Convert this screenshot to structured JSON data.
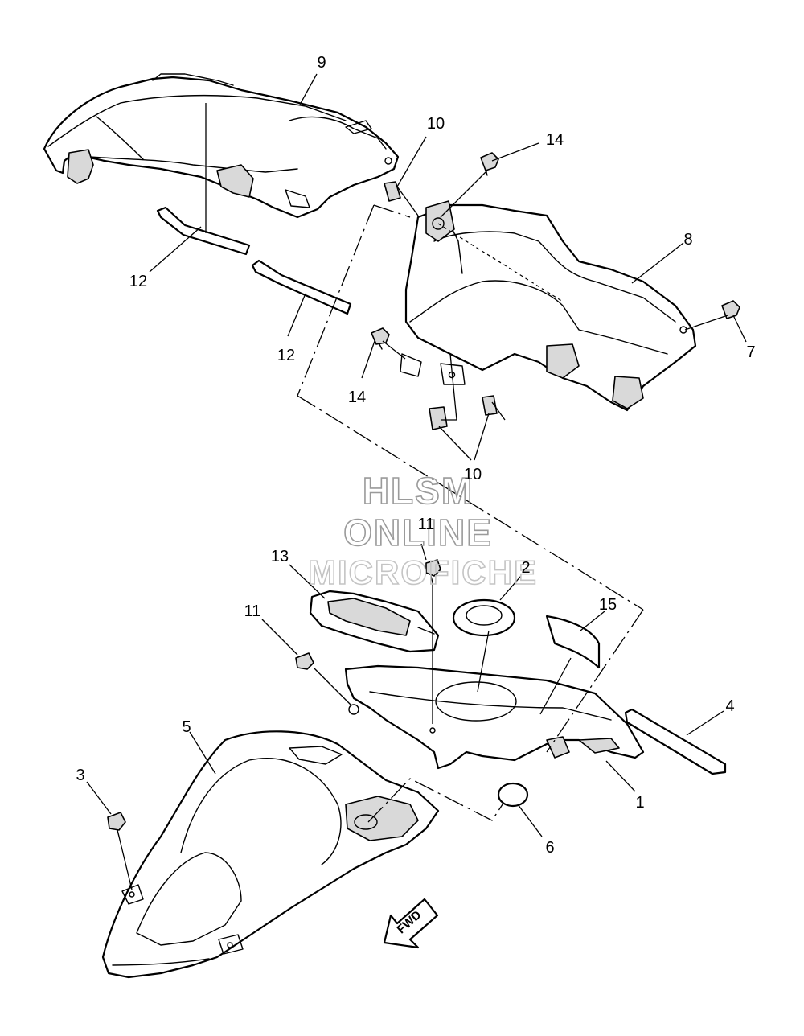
{
  "callouts": {
    "c9": "9",
    "c10a": "10",
    "c14a": "14",
    "c8": "8",
    "c7": "7",
    "c12a": "12",
    "c12b": "12",
    "c14b": "14",
    "c10b": "10",
    "c11a": "11",
    "c13": "13",
    "c2": "2",
    "c15": "15",
    "c11b": "11",
    "c5": "5",
    "c4": "4",
    "c3": "3",
    "c1": "1",
    "c6": "6"
  },
  "watermark": {
    "line1": "HLSM",
    "line2": "ONLINE",
    "line3": "MICROFICHE"
  },
  "direction_arrow": {
    "label": "FWD"
  },
  "colors": {
    "line": "#000000",
    "background": "#ffffff",
    "watermark": "#9a9a9a"
  }
}
